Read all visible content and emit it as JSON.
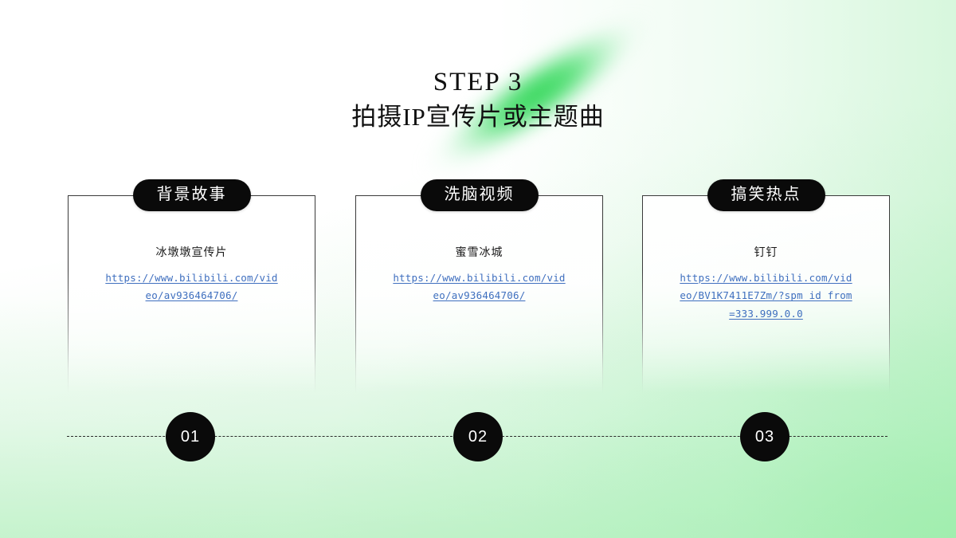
{
  "slide": {
    "heading": {
      "step": "STEP  3",
      "subtitle": "拍摄IP宣传片或主题曲"
    },
    "accent_color": "#2ed656",
    "pill_color": "#0a0a0a",
    "link_color": "#3f6fbf",
    "cards": [
      {
        "pill_label": "背景故事",
        "title": "冰墩墩宣传片",
        "link_line_1": "https://www.bilibili.com/vid",
        "link_line_2": "eo/av936464706/",
        "link_line_3": "",
        "node_label": "01"
      },
      {
        "pill_label": "洗脑视频",
        "title": "蜜雪冰城",
        "link_line_1": "https://www.bilibili.com/vid",
        "link_line_2": "eo/av936464706/",
        "link_line_3": "",
        "node_label": "02"
      },
      {
        "pill_label": "搞笑热点",
        "title": "钉钉",
        "link_line_1": "https://www.bilibili.com/vid",
        "link_line_2": "eo/BV1K7411E7Zm/?spm_id_from",
        "link_line_3": "=333.999.0.0",
        "node_label": "03"
      }
    ]
  }
}
